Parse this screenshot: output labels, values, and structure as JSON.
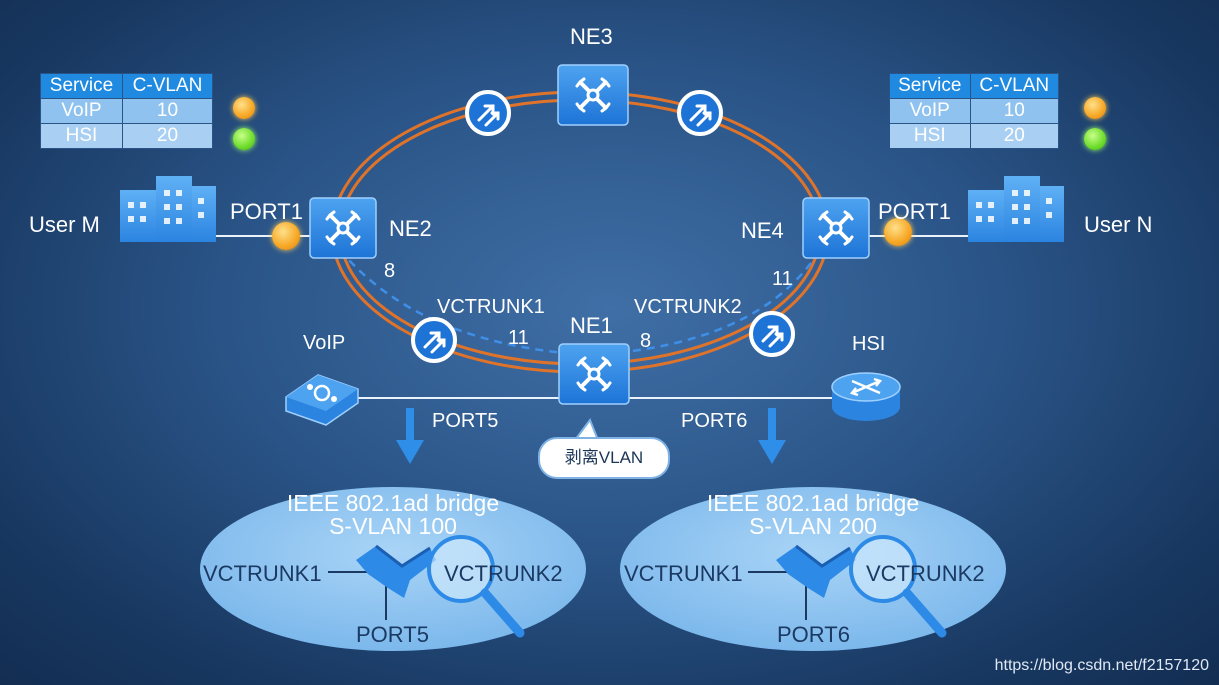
{
  "nodes": {
    "ne1": "NE1",
    "ne2": "NE2",
    "ne3": "NE3",
    "ne4": "NE4"
  },
  "users": {
    "left": "User M",
    "right": "User N"
  },
  "ports": {
    "left_port1": "PORT1",
    "right_port1": "PORT1",
    "port5": "PORT5",
    "port6": "PORT6"
  },
  "links": {
    "vctrunk1": "VCTRUNK1",
    "vctrunk2": "VCTRUNK2",
    "ne2_num": "8",
    "ne1_left_num": "11",
    "ne1_right_num": "8",
    "ne4_num": "11"
  },
  "services": {
    "voip_label": "VoIP",
    "hsi_label": "HSI"
  },
  "strip_vlan": "剥离VLAN",
  "vlan_table_left": {
    "headers": [
      "Service",
      "C-VLAN"
    ],
    "rows": [
      [
        "VoIP",
        "10"
      ],
      [
        "HSI",
        "20"
      ]
    ]
  },
  "vlan_table_right": {
    "headers": [
      "Service",
      "C-VLAN"
    ],
    "rows": [
      [
        "VoIP",
        "10"
      ],
      [
        "HSI",
        "20"
      ]
    ]
  },
  "bridges": [
    {
      "line1": "IEEE 802.1ad bridge",
      "line2": "S-VLAN 100",
      "left": "VCTRUNK1",
      "right": "VCTRUNK2",
      "bottom": "PORT5"
    },
    {
      "line1": "IEEE 802.1ad bridge",
      "line2": "S-VLAN 200",
      "left": "VCTRUNK1",
      "right": "VCTRUNK2",
      "bottom": "PORT6"
    }
  ],
  "watermark": "https://blog.csdn.net/f2157120",
  "colors": {
    "ring": "#e0732a",
    "dashed": "#3f8fe8",
    "node": "#2c8be8",
    "status_orange": "#f6a623",
    "status_green": "#6ddc2a"
  },
  "icons": {
    "node": "switch-icon",
    "repeater": "regenerator-icon",
    "building": "building-icon",
    "voip": "voip-gateway-icon",
    "hsi": "router-icon",
    "arrow": "down-arrow-icon",
    "bridge": "bridge-icon",
    "magnifier": "magnifier-icon"
  }
}
